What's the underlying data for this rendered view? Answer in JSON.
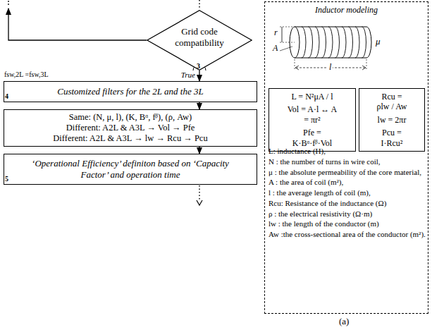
{
  "diagram": {
    "caption": "(a)",
    "nodes": [
      {
        "text": [
          "Grid code compatibility"
        ]
      },
      {
        "text": [
          "Customized filters for the 2L and the 3L"
        ]
      },
      {
        "text": [
          "Same: (N, μ, l), (K, Bᵅ, fᵝ), (ρ, Aw)",
          "Different: A2L & A3L → Vol → Pfe",
          "Different: A2L & A3L → lw → Rcu → Pcu"
        ]
      },
      {
        "text": [
          "‘Operational Efficiency’ definiton based on ‘Capacity Factor’ and operation time"
        ]
      },
      {
        "text": [
          "Inductor modeling"
        ]
      },
      {
        "text": [
          "L = N²μA / l",
          "Vol = A·l ↔ A = πr²",
          "Pfe = K·Bᵅ·fᵝ·Vol"
        ],
        "in": 4
      },
      {
        "text": [
          "Rcu = ρlw / Aw",
          "lw = 2πr",
          "Pcu = I·Rcu²"
        ],
        "in": 4
      }
    ],
    "edges": [
      {
        "from": 0,
        "to": 1,
        "arrow": "to",
        "label": "True"
      },
      {
        "from": 1,
        "to": 2,
        "arrow": "to"
      },
      {
        "from": 2,
        "to": 3,
        "arrow": "to"
      }
    ],
    "labels": [
      "3",
      "4",
      "5",
      "fsw,2L =fsw,3L",
      "A",
      "r",
      "μ",
      "l",
      "L: inductance (H),",
      "N : the number of turns in wire coil,",
      "μ : the absolute permeability of the core material,",
      "A : the area of coil (m²),",
      "l : the average length of coil (m),",
      "Rcu: Resistance of the inductance (Ω)",
      "ρ : the electrical resistivity (Ω·m)",
      "lw : the length of the conductor (m)",
      "Aw :the cross-sectional area of the conductor (m²)."
    ]
  }
}
